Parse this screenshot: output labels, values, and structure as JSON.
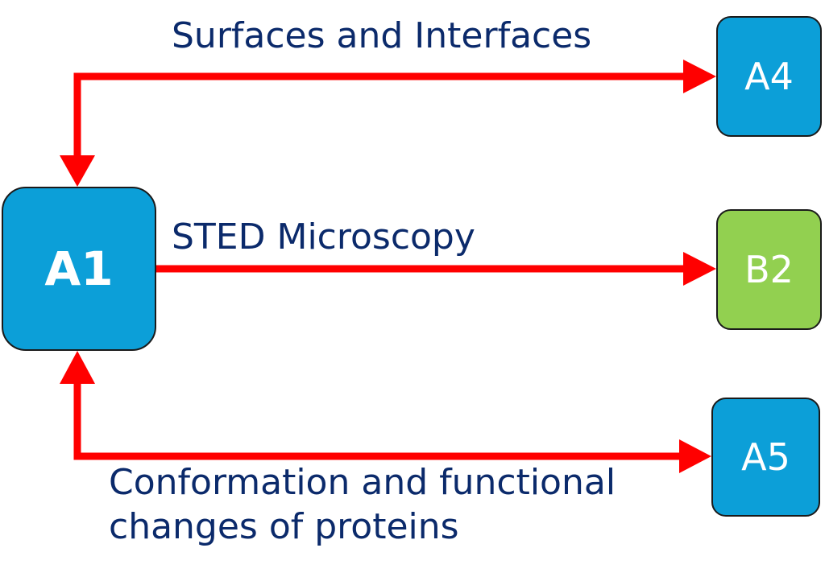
{
  "nodes": {
    "a1": {
      "label": "A1",
      "color": "#0c9fd8"
    },
    "a4": {
      "label": "A4",
      "color": "#0c9fd8"
    },
    "b2": {
      "label": "B2",
      "color": "#92d050"
    },
    "a5": {
      "label": "A5",
      "color": "#0c9fd8"
    }
  },
  "edges": {
    "a1_a4": {
      "label": "Surfaces and Interfaces",
      "from": "A4",
      "to": "A1"
    },
    "a1_b2": {
      "label": "STED Microscopy",
      "from": "A1",
      "to": "B2"
    },
    "a1_a5": {
      "label_line1": "Conformation and functional",
      "label_line2": "changes of proteins",
      "from": "A5",
      "to": "A1"
    }
  },
  "colors": {
    "arrow": "#ff0000",
    "label_text": "#0b2a6b",
    "node_blue": "#0c9fd8",
    "node_green": "#92d050"
  }
}
